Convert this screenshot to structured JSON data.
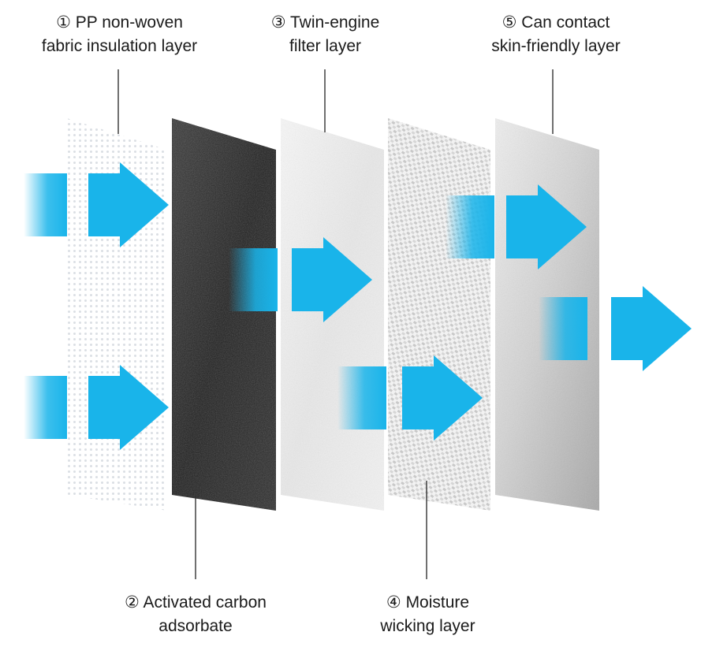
{
  "labels": {
    "l1": {
      "line1": "① PP non-woven",
      "line2": "fabric insulation layer"
    },
    "l2": {
      "line1": "② Activated carbon",
      "line2": "adsorbate"
    },
    "l3": {
      "line1": "③ Twin-engine",
      "line2": "filter layer"
    },
    "l4": {
      "line1": "④ Moisture",
      "line2": "wicking layer"
    },
    "l5": {
      "line1": "⑤ Can contact",
      "line2": "skin-friendly layer"
    }
  },
  "colors": {
    "arrow": "#19b4ea",
    "carbon": "#2b2b2b",
    "leader": "#333333"
  }
}
